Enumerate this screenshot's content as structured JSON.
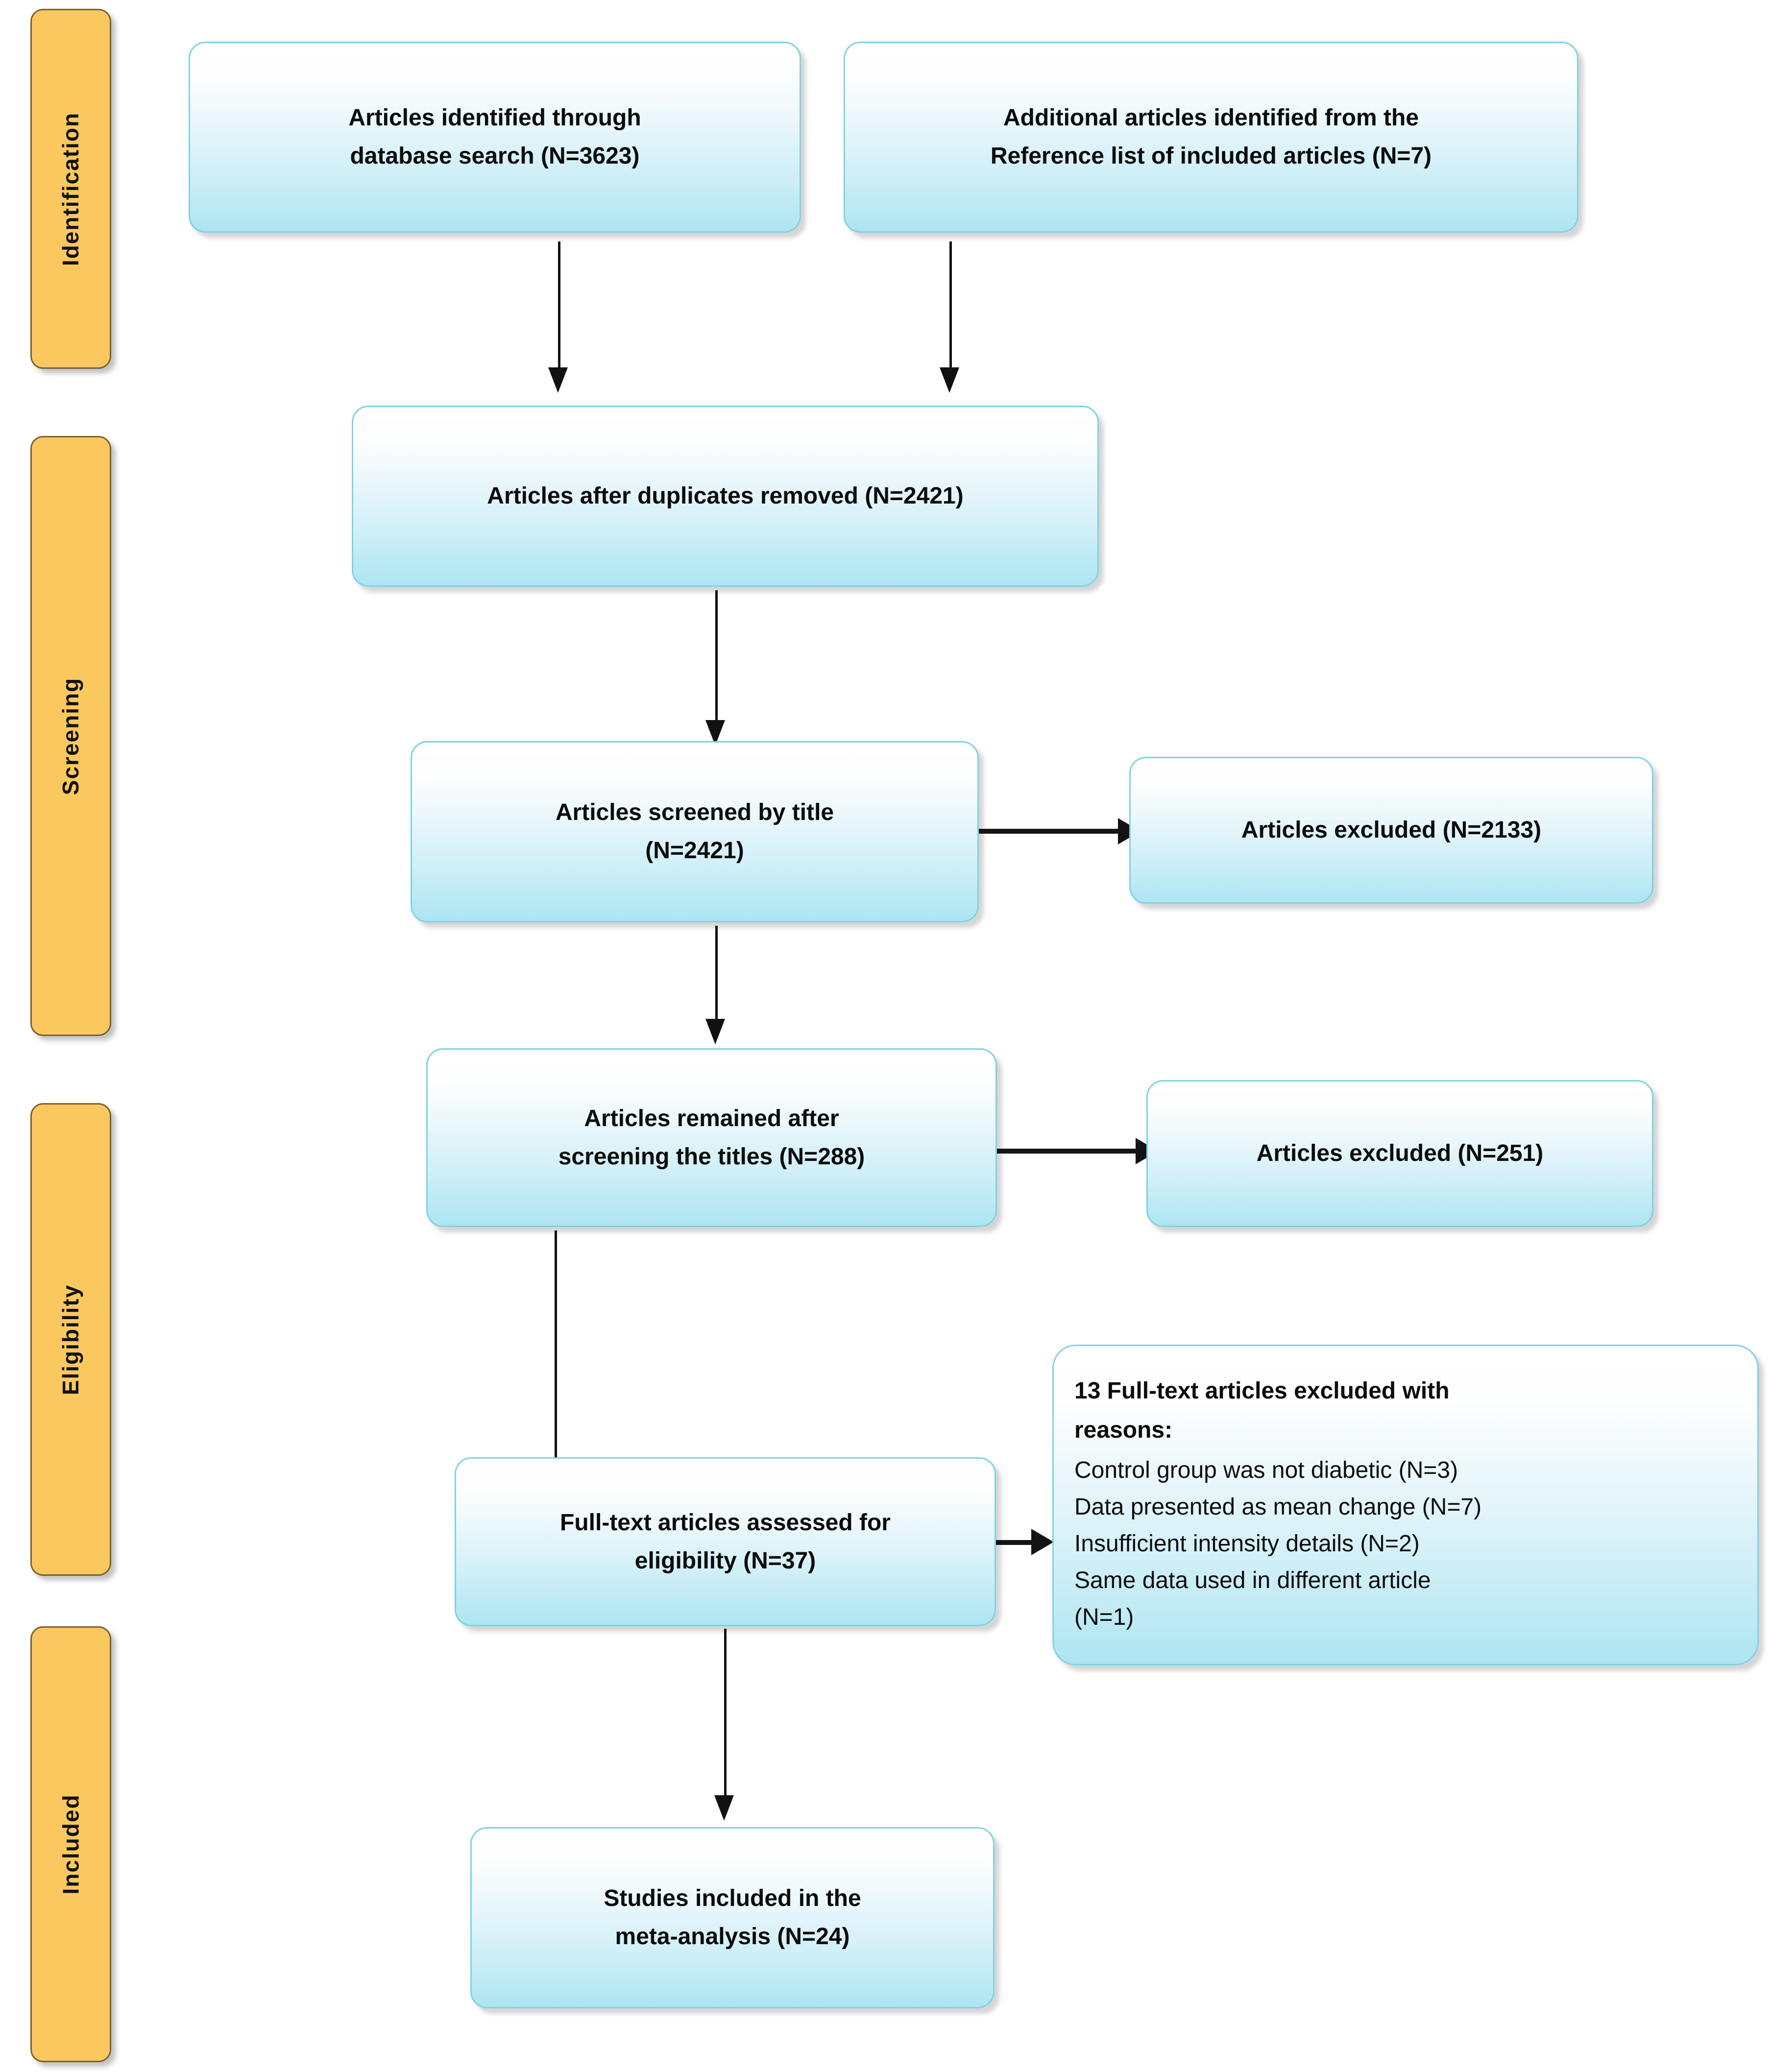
{
  "diagram": {
    "title": "PRISMA study selection flow diagram",
    "accent_blue": "#7FD2E4",
    "accent_orange": "#FBC85F",
    "arrow_color": "#111111"
  },
  "stages": [
    {
      "id": "identification",
      "label": "Identification"
    },
    {
      "id": "screening",
      "label": "Screening"
    },
    {
      "id": "eligibility",
      "label": "Eligibility"
    },
    {
      "id": "included",
      "label": "Included"
    }
  ],
  "nodes": {
    "database_search": {
      "line1": "Articles identified through",
      "line2": "database search (N=3623)"
    },
    "reference_list": {
      "line1": "Additional articles identified from the",
      "line2": "Reference list of included articles (N=7)"
    },
    "duplicates_removed": {
      "line1": "Articles after duplicates removed (N=2421)"
    },
    "screened_by_title": {
      "line1": "Articles screened by title",
      "line2": "(N=2421)"
    },
    "excluded_titles": {
      "line1": "Articles excluded (N=2133)"
    },
    "remained_after_titles": {
      "line1": "Articles remained after",
      "line2": "screening the titles (N=288)"
    },
    "excluded_abstracts": {
      "line1": "Articles excluded (N=251)"
    },
    "fulltext_assessed": {
      "line1": "Full-text articles assessed for",
      "line2": "eligibility (N=37)"
    },
    "fulltext_excluded": {
      "heading_line1": "13 Full-text articles excluded with",
      "heading_line2": "reasons:",
      "reasons": [
        "Control group was not diabetic (N=3)",
        "Data presented as mean change (N=7)",
        "Insufficient intensity details (N=2)",
        "Same data used in different article",
        "(N=1)"
      ]
    },
    "studies_included": {
      "line1": "Studies included in the",
      "line2": "meta-analysis (N=24)"
    }
  }
}
